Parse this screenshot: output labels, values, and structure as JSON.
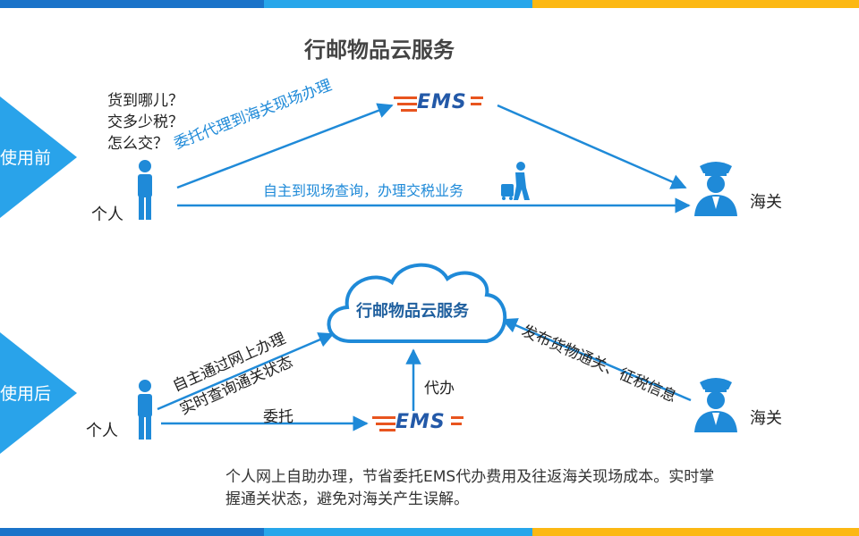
{
  "title": "行邮物品云服务",
  "before": {
    "tab_label": "使用前",
    "questions": [
      "货到哪儿？",
      "交多少税？",
      "怎么交？"
    ],
    "person_label": "个人",
    "customs_label": "海关",
    "ems_label": "EMS",
    "arrow_delegate": "委托代理到海关现场办理",
    "arrow_self": "自主到现场查询，办理交税业务"
  },
  "after": {
    "tab_label": "使用后",
    "cloud_label": "行邮物品云服务",
    "person_label": "个人",
    "customs_label": "海关",
    "ems_label": "EMS",
    "arrow_self_line1": "自主通过网上办理",
    "arrow_self_line2": "实时查询通关状态",
    "arrow_delegate": "委托",
    "arrow_agent": "代办",
    "arrow_publish": "发布货物通关、征税信息"
  },
  "note": "个人网上自助办理，节省委托EMS代办费用及往返海关现场成本。实时掌握通关状态，避免对海关产生误解。",
  "colors": {
    "primary_blue": "#1f8ad8",
    "tab_blue": "#29a3ea",
    "ems_orange": "#e8541e",
    "ems_blue": "#2359a8",
    "bar_yellow": "#fcb813"
  }
}
